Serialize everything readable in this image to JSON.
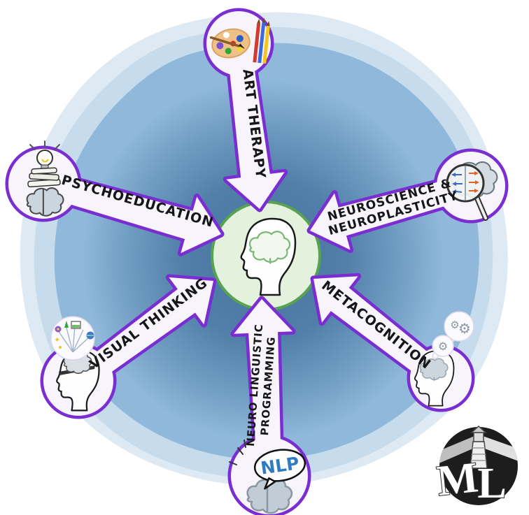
{
  "diagram": {
    "center": {
      "icon": "head-with-brain-icon",
      "description_colors": {
        "circle_fill": "#E4F1DD",
        "circle_stroke": "#58A351"
      }
    },
    "nodes": [
      {
        "id": "art-therapy",
        "label": "ART THERAPY",
        "icon": "paint-palette-and-pencils-icon"
      },
      {
        "id": "psychoeducation",
        "label": "PSYCHOEDUCATION",
        "icon": "brain-books-lightbulb-icon"
      },
      {
        "id": "neuroscience-neuroplasticity",
        "label_line1": "NEUROSCIENCE &",
        "label_line2": "NEUROPLASTICITY",
        "icon": "brain-magnifier-icon"
      },
      {
        "id": "metacognition",
        "label": "METACOGNITION",
        "icon": "head-thought-gears-icon"
      },
      {
        "id": "neuro-linguistic-programming",
        "label_line1": "NEURO LINGUISTIC",
        "label_line2": "PROGRAMMING",
        "bubble_text": "NLP",
        "icon": "brain-speech-bubble-icon"
      },
      {
        "id": "visual-thinking",
        "label": "VISUAL THINKING",
        "icon": "open-head-imagination-icon"
      }
    ],
    "logo": {
      "letter_m": "M",
      "letter_l": "L",
      "icon": "lighthouse-icon"
    },
    "colors": {
      "accent_purple": "#7A2ED2",
      "arrow_fill": "#F7F4FB",
      "background_blue_main": "#8FB8DB",
      "background_blue_light": "#C6DCEC",
      "background_blue_lightest": "#DEEAF3",
      "vortex_dark_blue": "#44739E",
      "center_green_fill": "#E4F1DD",
      "center_green_stroke": "#58A351",
      "label_ink": "#161616",
      "nlp_blue": "#2F7CC3"
    }
  }
}
